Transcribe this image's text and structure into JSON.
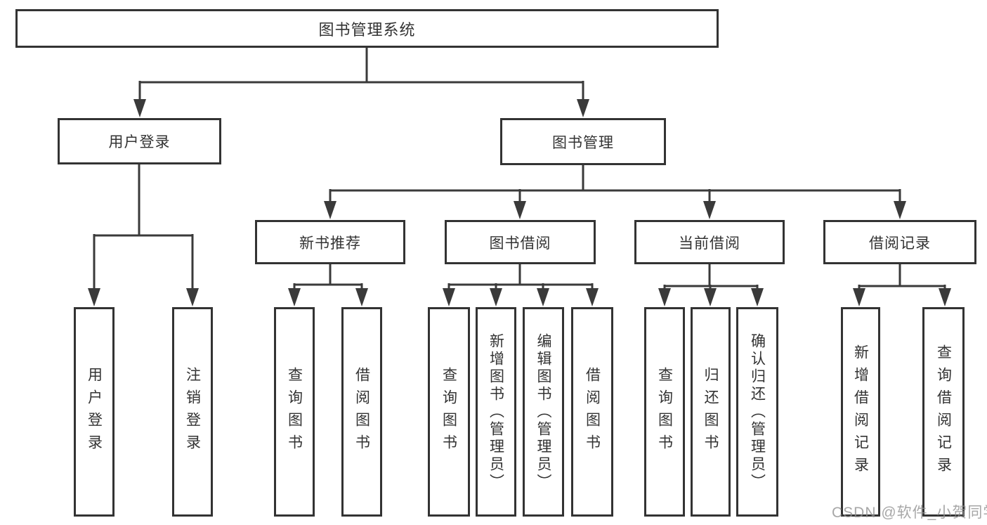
{
  "diagram": {
    "root": {
      "label": "图书管理系统"
    },
    "branches": [
      {
        "label": "用户登录",
        "children": [
          {
            "label": "用户登录"
          },
          {
            "label": "注销登录"
          }
        ]
      },
      {
        "label": "图书管理",
        "children": [
          {
            "label": "新书推荐",
            "children": [
              {
                "label": "查询图书"
              },
              {
                "label": "借阅图书"
              }
            ]
          },
          {
            "label": "图书借阅",
            "children": [
              {
                "label": "查询图书"
              },
              {
                "label": "新增图书（管理员）"
              },
              {
                "label": "编辑图书（管理员）"
              },
              {
                "label": "借阅图书"
              }
            ]
          },
          {
            "label": "当前借阅",
            "children": [
              {
                "label": "查询图书"
              },
              {
                "label": "归还图书"
              },
              {
                "label": "确认归还（管理员）"
              }
            ]
          },
          {
            "label": "借阅记录",
            "children": [
              {
                "label": "新增借阅记录"
              },
              {
                "label": "查询借阅记录"
              }
            ]
          }
        ]
      }
    ],
    "watermark": "CSDN @软件_小贺同学",
    "colors": {
      "line": "#3a3a3a",
      "box_border": "#333333",
      "text": "#333333",
      "watermark": "#919191",
      "background": "#ffffff"
    }
  }
}
